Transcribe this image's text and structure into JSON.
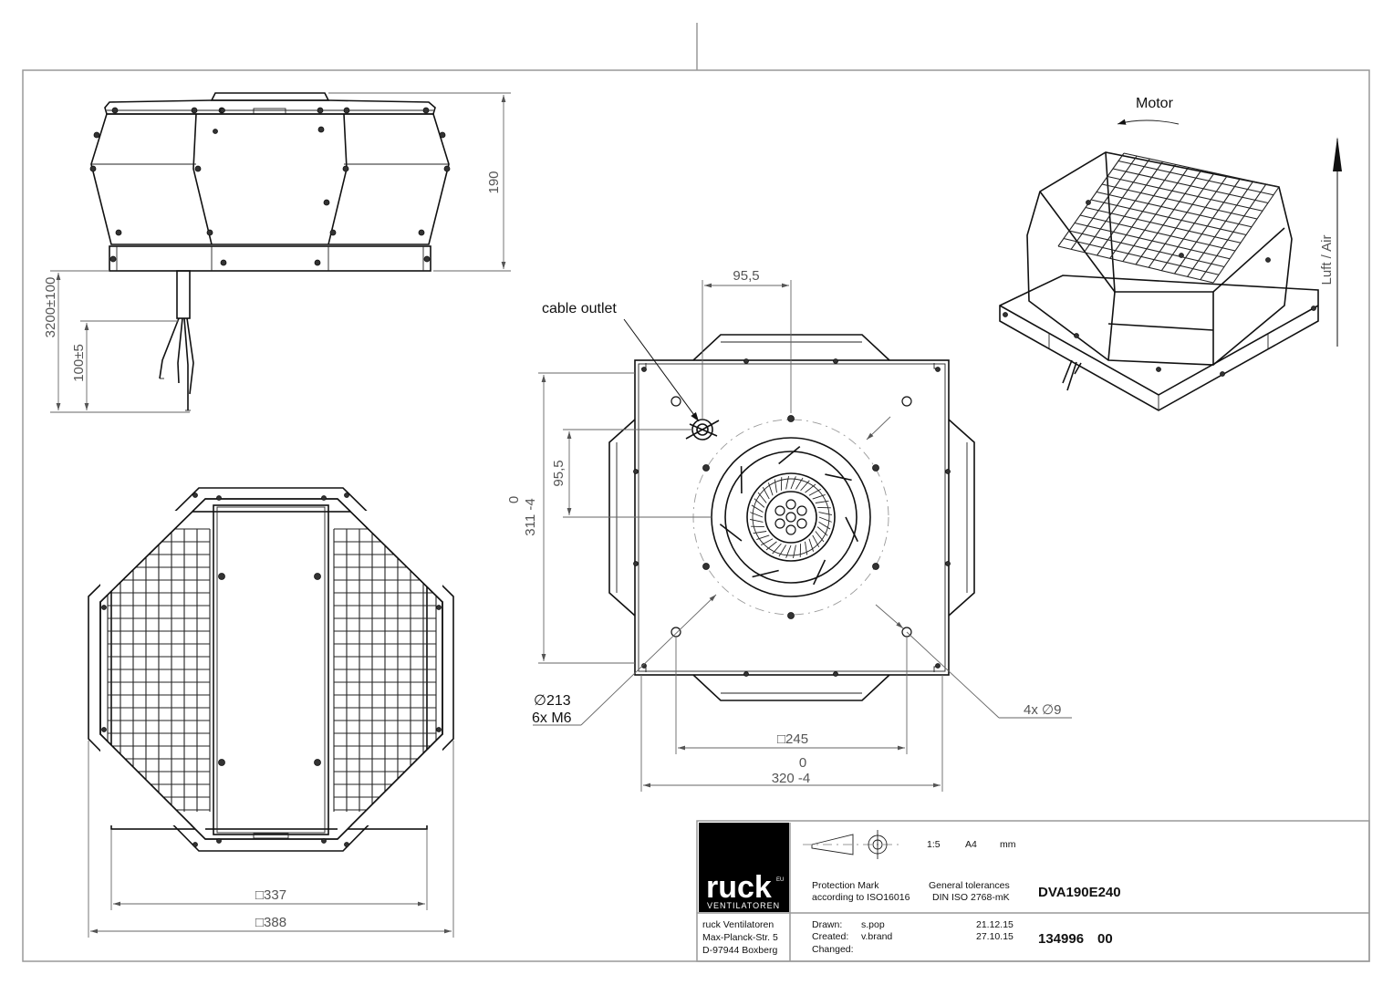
{
  "labels": {
    "cable_outlet": "cable outlet",
    "motor": "Motor",
    "airflow": "Luft / Air"
  },
  "dimensions": {
    "side_height": "190",
    "cable_length": "3200±100",
    "cable_strip": "100±5",
    "top_offset": "95,5",
    "side_offset": "95,5",
    "side_tol_top": "0",
    "side_tol": "311 -4",
    "bolt_circle": "∅213",
    "bolt_thread": "6x M6",
    "holes": "4x ∅9",
    "hole_square": "□245",
    "base_tol_top": "0",
    "base_width": "320 -4",
    "housing_square": "□337",
    "outer_square": "□388"
  },
  "title_block": {
    "logo": "ruck",
    "logo_sup": "EU",
    "logo_sub": "VENTILATOREN",
    "scale": "1:5",
    "paper": "A4",
    "unit": "mm",
    "protection_mark_1": "Protection Mark",
    "protection_mark_2": "according to ISO16016",
    "tolerances_1": "General tolerances",
    "tolerances_2": "DIN ISO 2768-mK",
    "product": "DVA190E240",
    "address_1": "ruck Ventilatoren",
    "address_2": "Max-Planck-Str. 5",
    "address_3": "D-97944 Boxberg",
    "drawn_label": "Drawn:",
    "drawn_by": "s.pop",
    "drawn_date": "21.12.15",
    "created_label": "Created:",
    "created_by": "v.brand",
    "created_date": "27.10.15",
    "changed_label": "Changed:",
    "drawing_no": "134996",
    "revision": "00"
  }
}
